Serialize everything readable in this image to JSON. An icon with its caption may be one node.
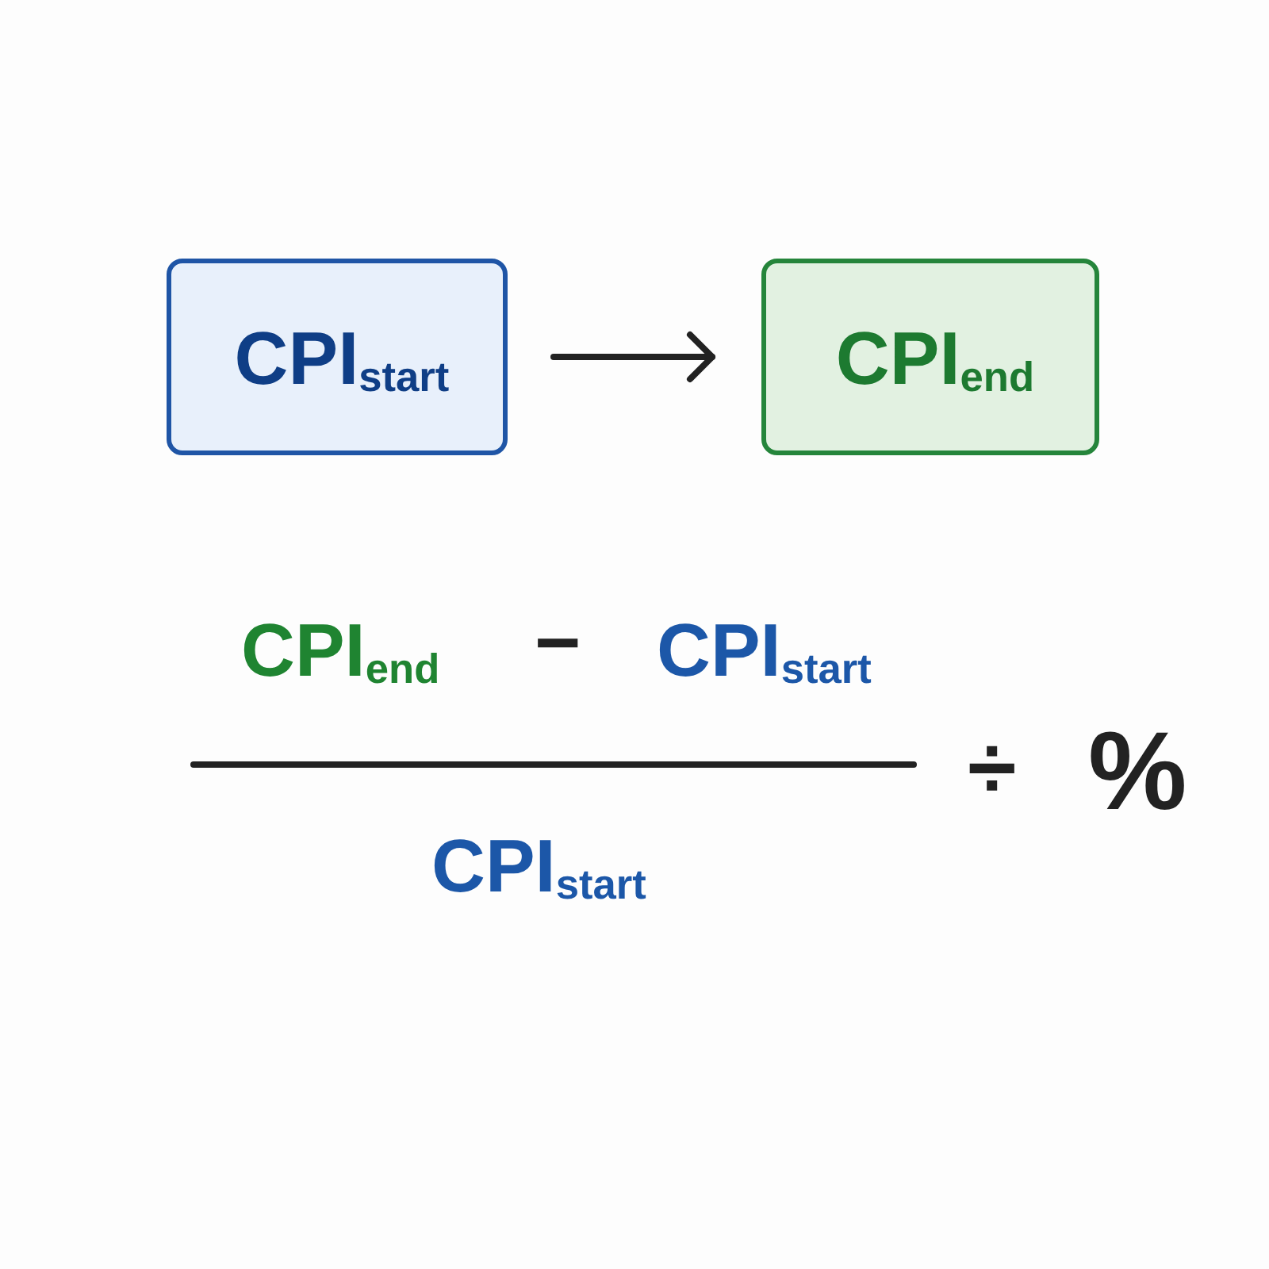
{
  "diagram": {
    "nodes": [
      {
        "text": [
          "CPI$_{start}$"
        ]
      },
      {
        "text": [
          "CPI$_{end}$"
        ]
      }
    ],
    "edges": [
      {
        "from": 0,
        "to": 1,
        "arrow": "to"
      }
    ],
    "labels": [
      "CPI$_{end}$",
      "−",
      "CPI$_{start}$",
      "CPI$_{start}$",
      "÷",
      "%"
    ]
  }
}
